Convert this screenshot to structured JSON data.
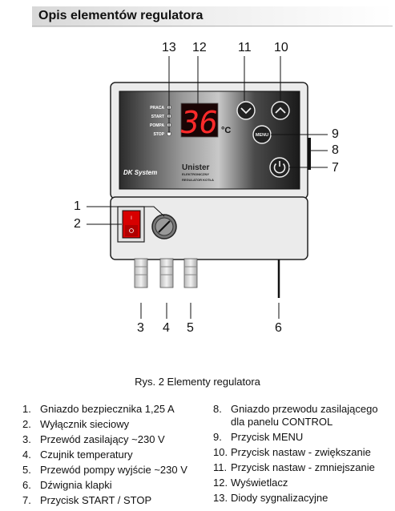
{
  "header": {
    "title": "Opis elementów regulatora"
  },
  "callouts": [
    "1",
    "2",
    "3",
    "4",
    "5",
    "6",
    "7",
    "8",
    "9",
    "10",
    "11",
    "12",
    "13"
  ],
  "device": {
    "leds": [
      "PRACA",
      "START",
      "POMPA",
      "STOP"
    ],
    "display": "36",
    "unit": "°C",
    "menu_label": "MENU",
    "brand_logo": "DK System",
    "model": "Unister",
    "model_sub1": "ELEKTRONICZNY",
    "model_sub2": "REGULATOR KOTŁA"
  },
  "caption": "Rys. 2 Elementy regulatora",
  "legend_left": [
    {
      "num": "1.",
      "text": "Gniazdo bezpiecznika 1,25 A"
    },
    {
      "num": "2.",
      "text": "Wyłącznik sieciowy"
    },
    {
      "num": "3.",
      "text": "Przewód zasilający ~230 V"
    },
    {
      "num": "4.",
      "text": "Czujnik temperatury"
    },
    {
      "num": "5.",
      "text": "Przewód pompy  wyjście ~230 V"
    },
    {
      "num": "6.",
      "text": "Dźwignia klapki"
    },
    {
      "num": "7.",
      "text": "Przycisk START / STOP"
    }
  ],
  "legend_right": [
    {
      "num": "8.",
      "text": "Gniazdo przewodu zasilającego"
    },
    {
      "num": "",
      "text": "dla panelu CONTROL"
    },
    {
      "num": "9.",
      "text": "Przycisk MENU"
    },
    {
      "num": "10.",
      "text": "Przycisk nastaw - zwiększanie"
    },
    {
      "num": "11.",
      "text": "Przycisk nastaw - zmniejszanie"
    },
    {
      "num": "12.",
      "text": "Wyświetlacz"
    },
    {
      "num": "13.",
      "text": "Diody sygnalizacyjne"
    }
  ]
}
